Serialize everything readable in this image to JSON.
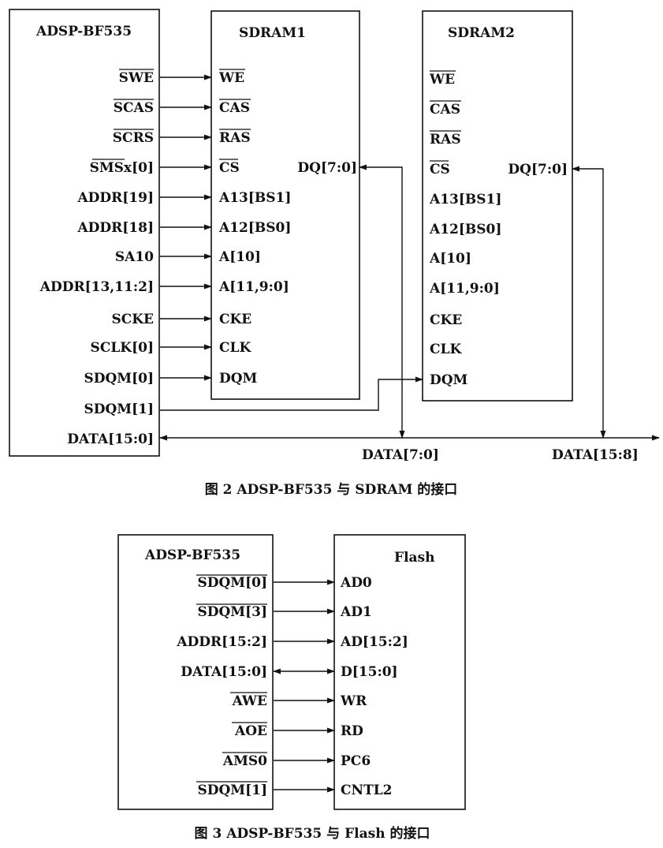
{
  "fig2": {
    "caption": "图 2 ADSP-BF535 与 SDRAM 的接口",
    "dsp": {
      "title": "ADSP-BF535",
      "pins": [
        "SWE",
        "SCAS",
        "SCRS",
        "SMSx[0]",
        "ADDR[19]",
        "ADDR[18]",
        "SA10",
        "ADDR[13,11:2]",
        "SCKE",
        "SCLK[0]",
        "SDQM[0]",
        "SDQM[1]",
        "DATA[15:0]"
      ]
    },
    "sdram1": {
      "title": "SDRAM1",
      "pins": [
        "WE",
        "CAS",
        "RAS",
        "CS",
        "A13[BS1]",
        "A12[BS0]",
        "A[10]",
        "A[11,9:0]",
        "CKE",
        "CLK",
        "DQM"
      ],
      "dq": "DQ[7:0]"
    },
    "sdram2": {
      "title": "SDRAM2",
      "pins": [
        "WE",
        "CAS",
        "RAS",
        "CS",
        "A13[BS1]",
        "A12[BS0]",
        "A[10]",
        "A[11,9:0]",
        "CKE",
        "CLK",
        "DQM"
      ],
      "dq": "DQ[7:0]"
    },
    "bus_low": "DATA[7:0]",
    "bus_high": "DATA[15:8]"
  },
  "fig3": {
    "caption": "图 3 ADSP-BF535 与 Flash 的接口",
    "dsp": {
      "title": "ADSP-BF535",
      "pins": [
        "SDQM[0]",
        "SDQM[3]",
        "ADDR[15:2]",
        "DATA[15:0]",
        "AWE",
        "AOE",
        "AMS0",
        "SDQM[1]"
      ]
    },
    "flash": {
      "title": "Flash",
      "pins": [
        "AD0",
        "AD1",
        "AD[15:2]",
        "D[15:0]",
        "WR",
        "RD",
        "PC6",
        "CNTL2"
      ]
    }
  }
}
